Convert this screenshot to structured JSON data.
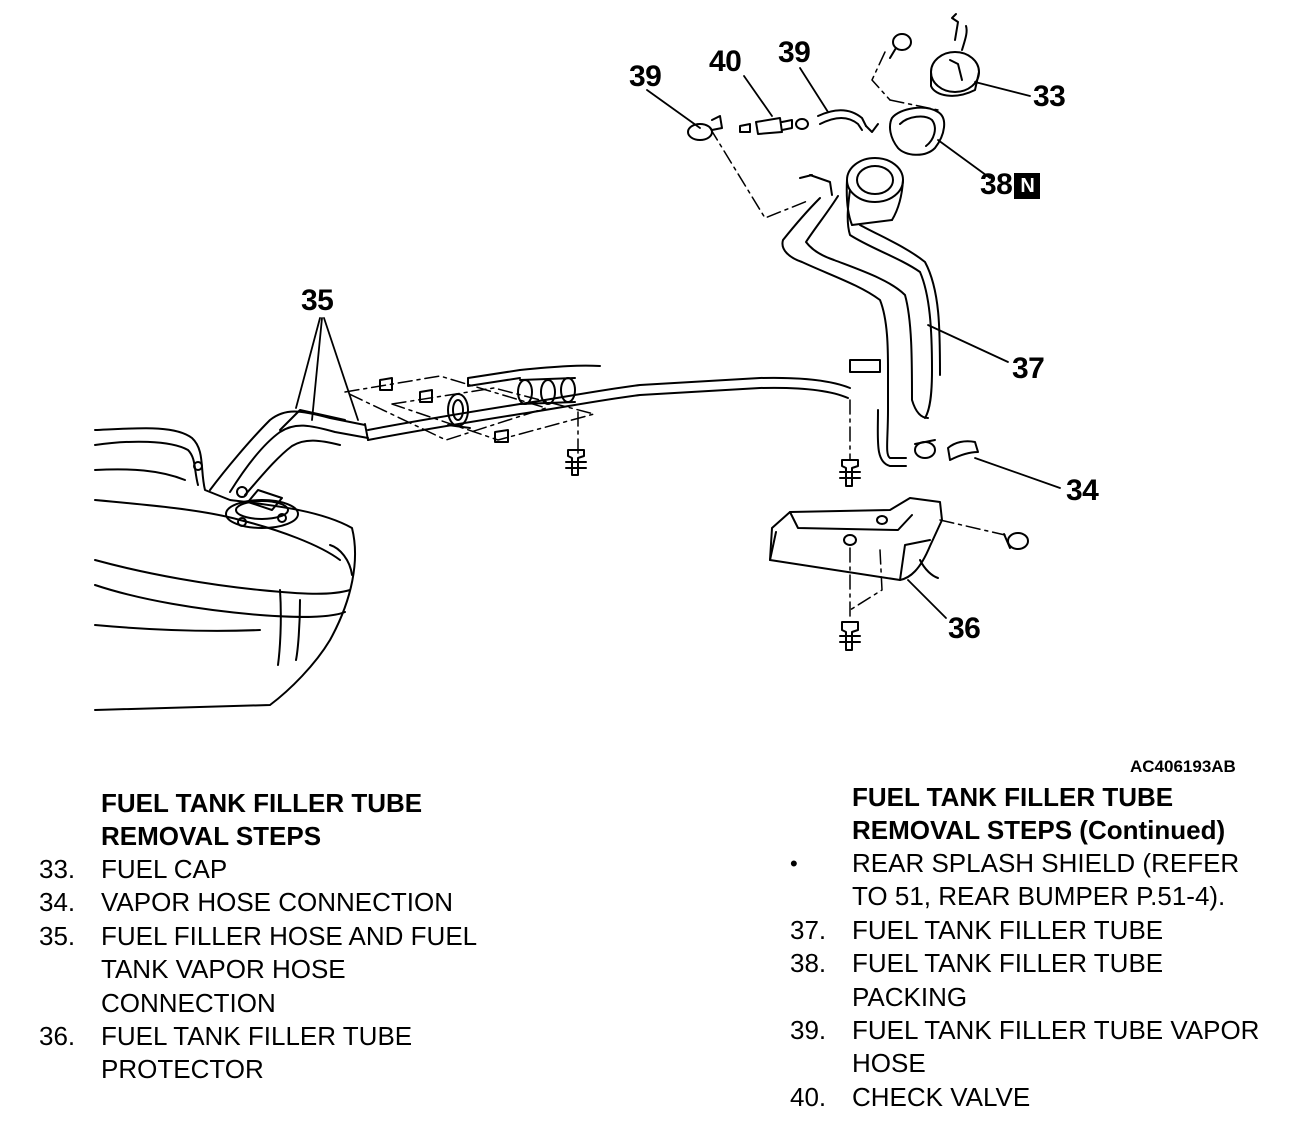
{
  "callouts": {
    "c39a": "39",
    "c40": "40",
    "c39b": "39",
    "c33": "33",
    "c38": "38",
    "c38_badge": "N",
    "c35": "35",
    "c37": "37",
    "c34": "34",
    "c36": "36"
  },
  "ref_code": "AC406193AB",
  "left_column": {
    "heading_line1": "FUEL TANK FILLER TUBE",
    "heading_line2": "REMOVAL STEPS",
    "steps": [
      {
        "num": "33.",
        "lines": [
          "FUEL CAP"
        ]
      },
      {
        "num": "34.",
        "lines": [
          "VAPOR HOSE CONNECTION"
        ]
      },
      {
        "num": "35.",
        "lines": [
          "FUEL FILLER HOSE AND FUEL",
          "TANK VAPOR HOSE",
          "CONNECTION"
        ]
      },
      {
        "num": "36.",
        "lines": [
          "FUEL TANK FILLER TUBE",
          "PROTECTOR"
        ]
      }
    ]
  },
  "right_column": {
    "heading_line1": "FUEL TANK FILLER TUBE",
    "heading_line2": "REMOVAL STEPS (Continued)",
    "steps": [
      {
        "num": "•",
        "lines": [
          "REAR SPLASH SHIELD (REFER",
          "TO 51, REAR BUMPER P.51-4)."
        ]
      },
      {
        "num": "37.",
        "lines": [
          "FUEL TANK FILLER TUBE"
        ]
      },
      {
        "num": "38.",
        "lines": [
          "FUEL TANK FILLER TUBE",
          "PACKING"
        ]
      },
      {
        "num": "39.",
        "lines": [
          "FUEL TANK FILLER TUBE VAPOR",
          "HOSE"
        ]
      },
      {
        "num": "40.",
        "lines": [
          "CHECK VALVE"
        ]
      }
    ]
  }
}
